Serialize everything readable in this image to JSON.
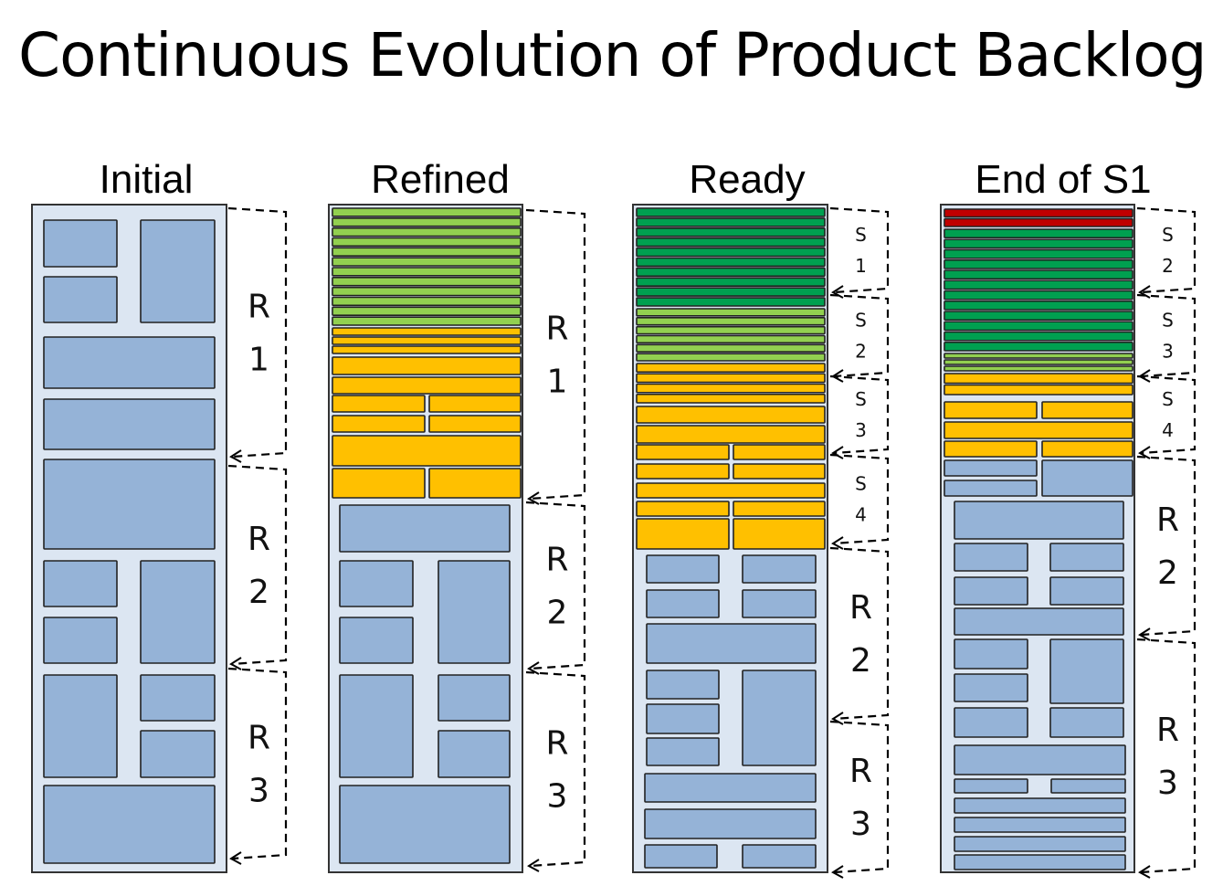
{
  "title": "Continuous Evolution of Product Backlog",
  "columns": [
    {
      "title": "Initial",
      "brackets": [
        "R 1",
        "R 2",
        "R 3"
      ]
    },
    {
      "title": "Refined",
      "brackets": [
        "R 1",
        "R 2",
        "R 3"
      ]
    },
    {
      "title": "Ready",
      "brackets": [
        "S 1",
        "S 2",
        "S 3",
        "S 4",
        "R 2",
        "R 3"
      ]
    },
    {
      "title": "End of S1",
      "brackets": [
        "S 2",
        "S 3",
        "S 4",
        "R 2",
        "R 3"
      ]
    }
  ],
  "colors": {
    "panel": "#dce6f2",
    "unrefined": "#95b3d7",
    "refined_orange": "#ffc000",
    "light_green": "#92d050",
    "dark_green": "#00a050",
    "done_red": "#c00000"
  }
}
